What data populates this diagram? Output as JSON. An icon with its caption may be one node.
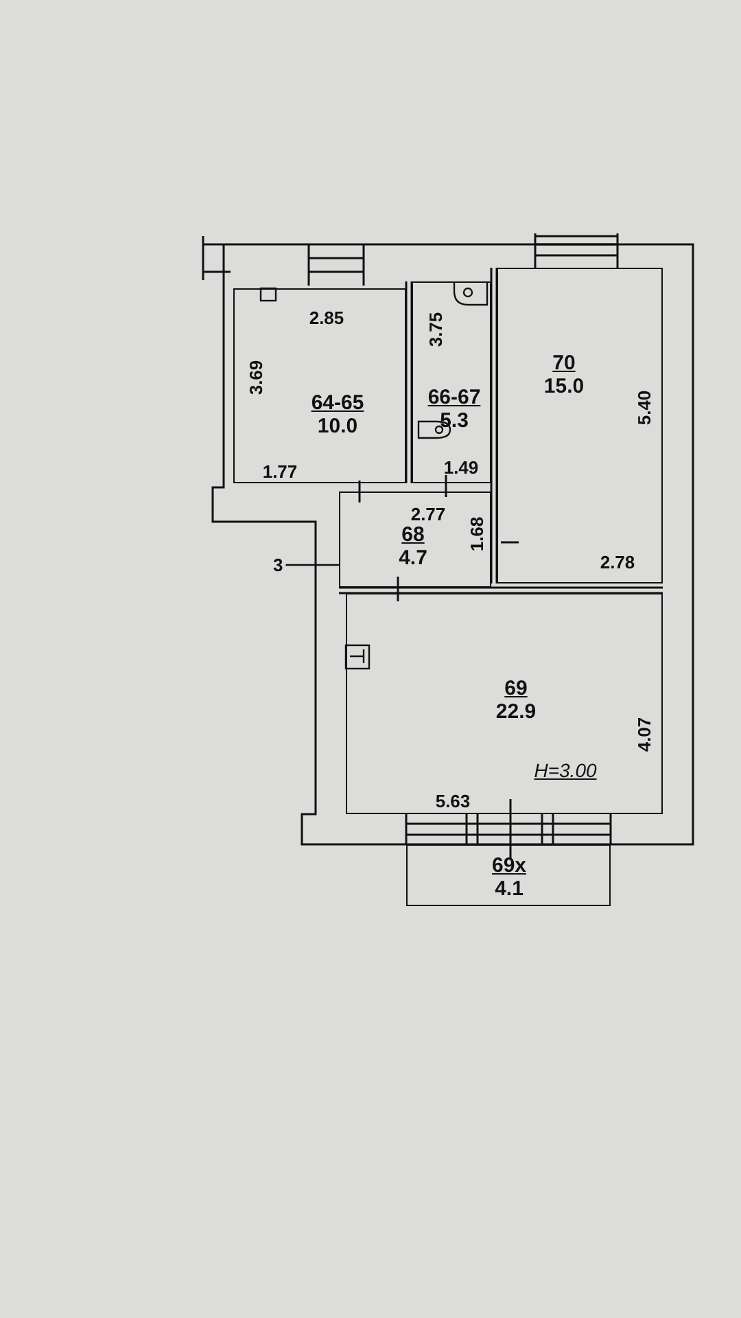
{
  "diagram": {
    "nodes": [
      {
        "text": [
          "64-65",
          "10.0"
        ]
      },
      {
        "text": [
          "66-67",
          "5.3"
        ]
      },
      {
        "text": [
          "70",
          "15.0"
        ]
      },
      {
        "text": [
          "68",
          "4.7"
        ]
      },
      {
        "text": [
          "69",
          "22.9"
        ]
      },
      {
        "text": [
          "69x",
          "4.1"
        ]
      },
      {
        "text": [
          "3"
        ]
      }
    ],
    "edges": [
      {
        "from": 6,
        "to": 3,
        "arrow": "none"
      }
    ],
    "labels": [
      "2.85",
      "3.69",
      "3.75",
      "5.40",
      "1.77",
      "1.49",
      "2.77",
      "1.68",
      "2.78",
      "4.07",
      "H=3.00",
      "5.63"
    ]
  }
}
